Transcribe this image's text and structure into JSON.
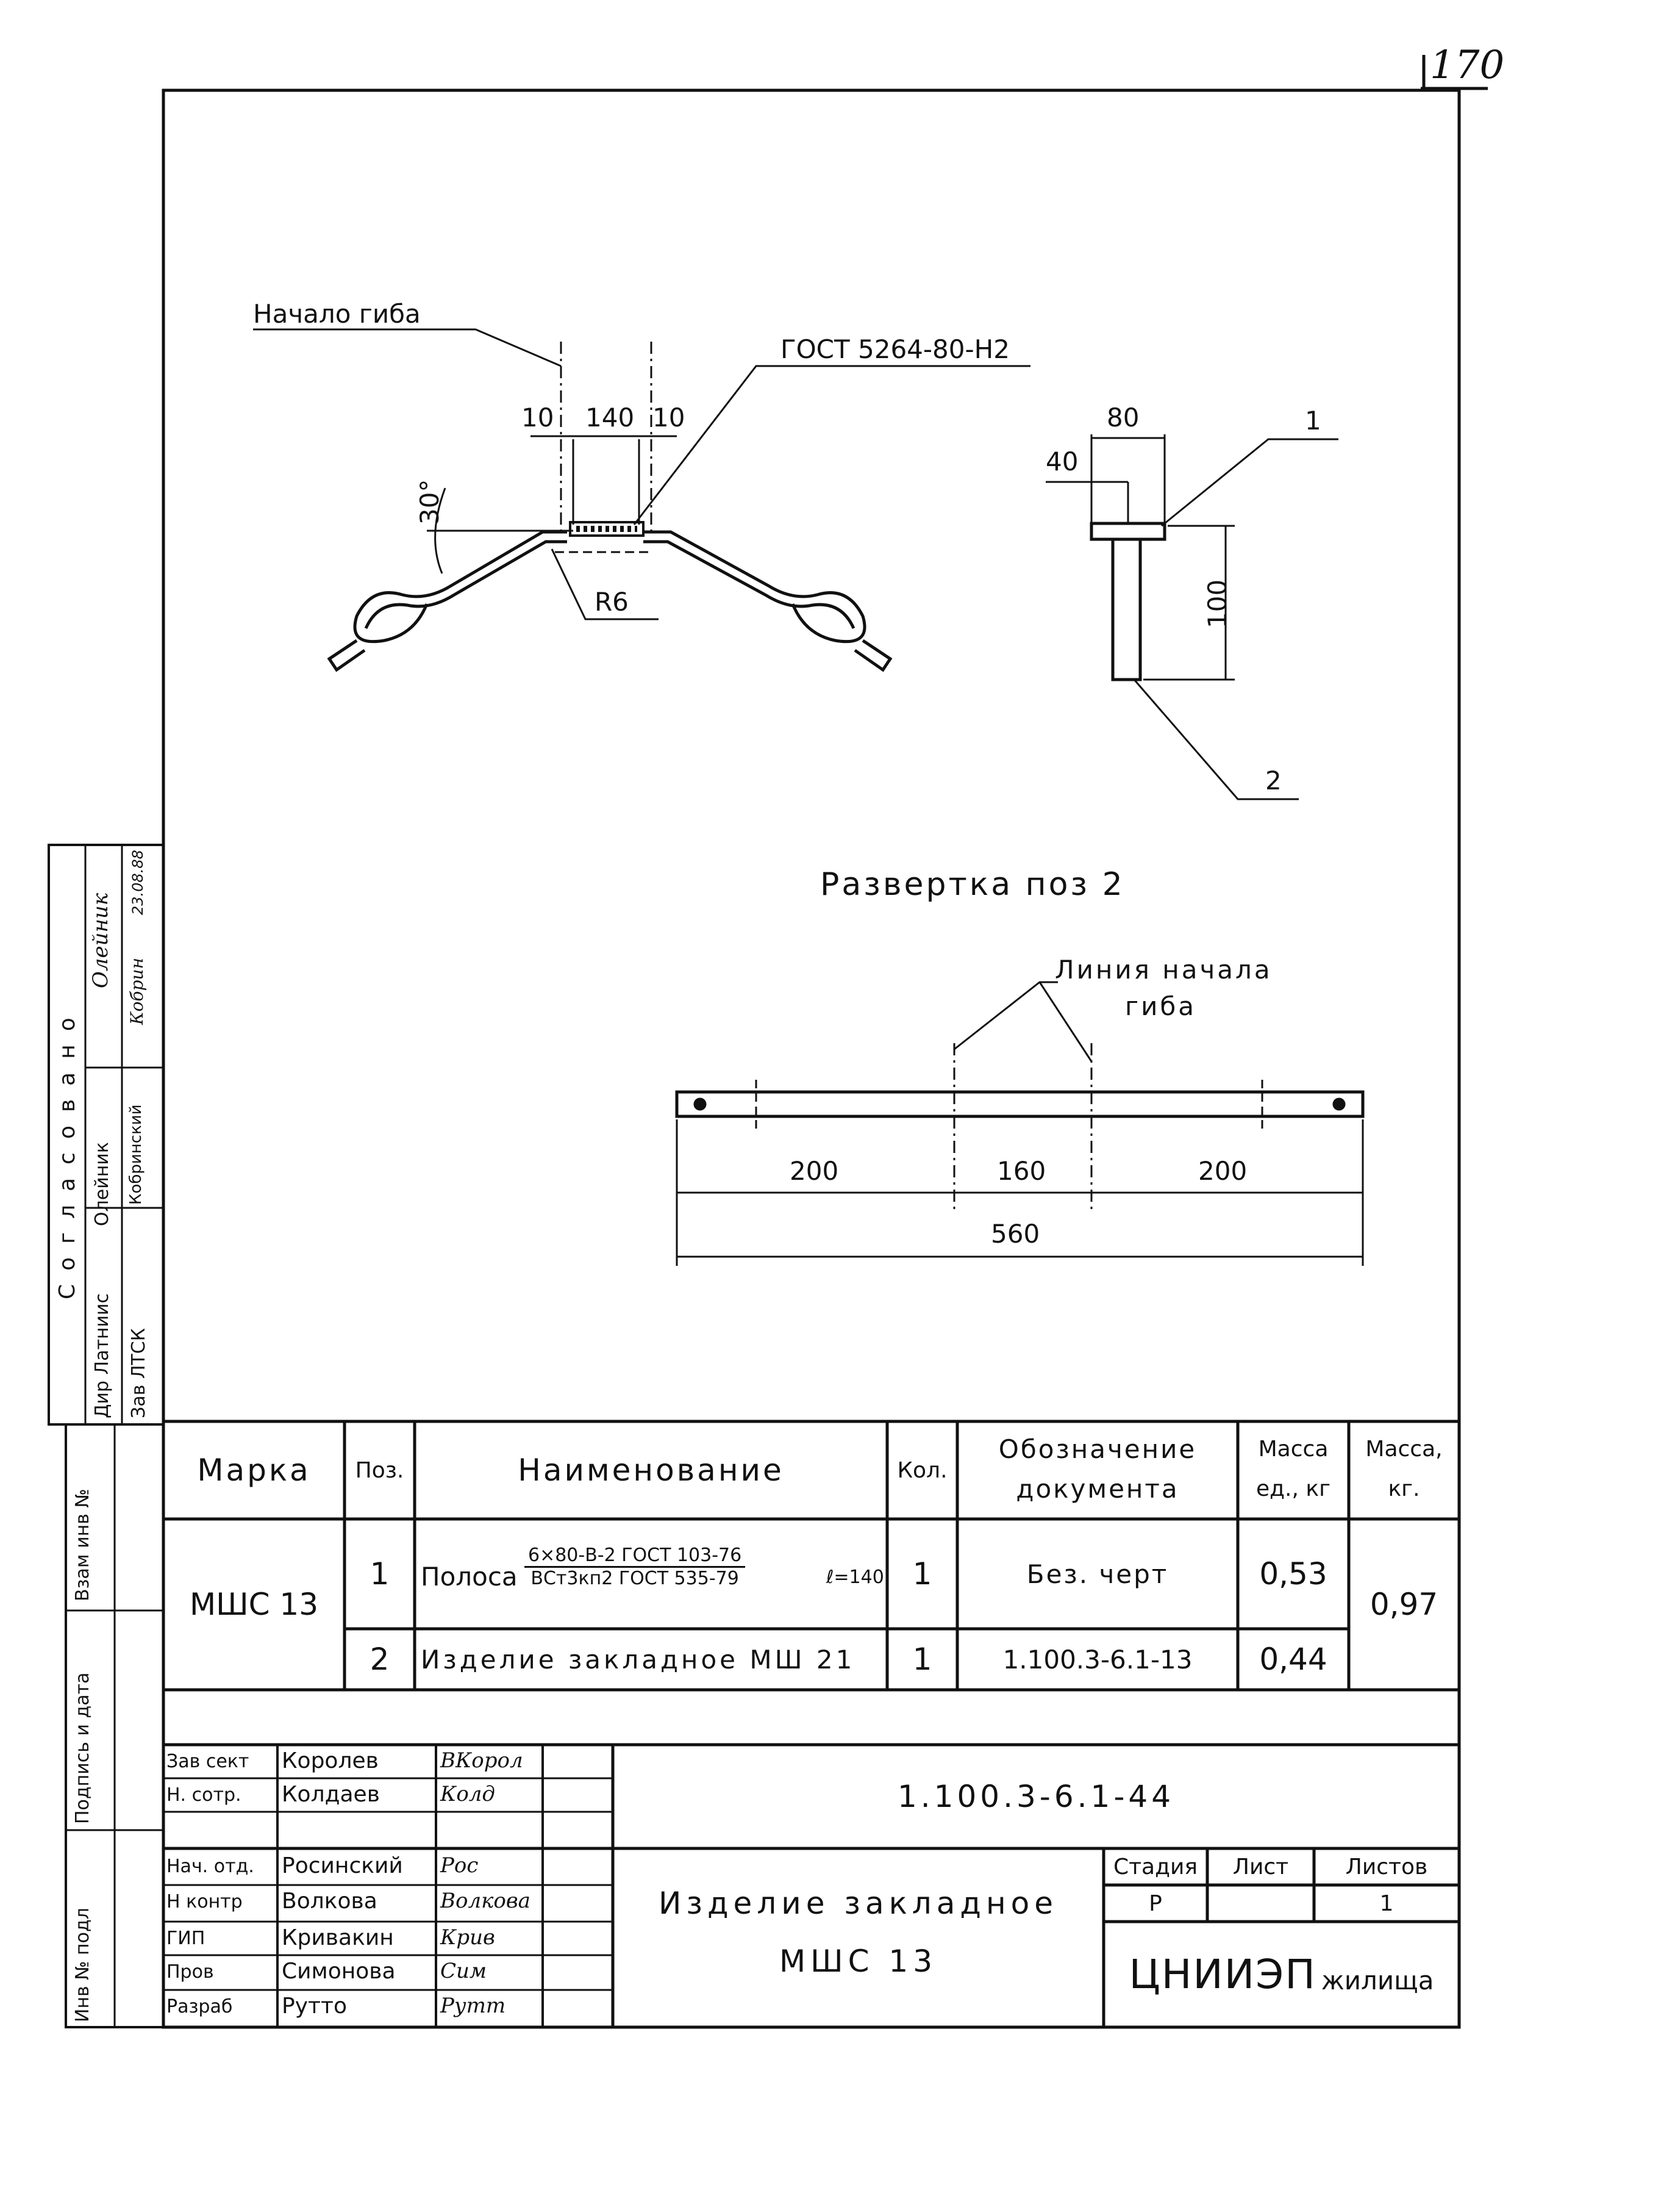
{
  "page_number": "170",
  "drawing": {
    "label_bend_start": "Начало гиба",
    "label_gost_weld": "ГОСТ 5264-80-Н2",
    "dims_top": [
      "10",
      "140",
      "10"
    ],
    "angle_label": "30°",
    "radius_label": "R6",
    "side_dims": {
      "width": "80",
      "offset": "40",
      "height": "100"
    },
    "callout_1": "1",
    "callout_2": "2",
    "unfold_title": "Развертка поз 2",
    "unfold_line_label_1": "Линия начала",
    "unfold_line_label_2": "гиба",
    "unfold_dims": [
      "200",
      "160",
      "200"
    ],
    "unfold_total": "560"
  },
  "left_margin": {
    "agreed_title": "Согласовано",
    "rows": [
      {
        "role": "Дир Латниис",
        "name": "Олейник",
        "signature": "Олейник",
        "date": ""
      },
      {
        "role": "Зав ЛТСК",
        "name": "Кобринский",
        "signature": "Кобрин",
        "date": "23.08.88"
      }
    ],
    "stamp_labels": [
      "Взам инв №",
      "Подпись и дата",
      "Инв № подл"
    ]
  },
  "spec_table": {
    "headers": {
      "mark": "Марка",
      "pos": "Поз.",
      "name": "Наименование",
      "qty": "Кол.",
      "doc_line1": "Обозначение",
      "doc_line2": "документа",
      "mass_unit_line1": "Масса",
      "mass_unit_line2": "ед., кг",
      "mass_line1": "Масса,",
      "mass_line2": "кг."
    },
    "mark_value": "МШС 13",
    "total_mass": "0,97",
    "rows": [
      {
        "pos": "1",
        "name_prefix": "Полоса",
        "name_num": "6×80-В-2 ГОСТ 103-76",
        "name_den": "ВСт3кп2 ГОСТ 535-79",
        "name_suffix": "ℓ=140",
        "qty": "1",
        "doc": "Без. черт",
        "mass_unit": "0,53"
      },
      {
        "pos": "2",
        "name": "Изделие закладное МШ 21",
        "qty": "1",
        "doc": "1.100.3-6.1-13",
        "mass_unit": "0,44"
      }
    ]
  },
  "title_block": {
    "doc_code": "1.100.3-6.1-44",
    "title_line1": "Изделие закладное",
    "title_line2": "МШС 13",
    "stage_label": "Стадия",
    "sheet_label": "Лист",
    "sheets_label": "Листов",
    "stage_value": "Р",
    "sheet_value": "",
    "sheets_value": "1",
    "org_name_1": "ЦНИИЭП",
    "org_name_2": "жилища",
    "people": [
      {
        "role": "Зав сект",
        "name": "Королев",
        "signature": "ВКорол"
      },
      {
        "role": "Н. сотр.",
        "name": "Колдаев",
        "signature": "Колд"
      },
      {
        "role": "Нач. отд.",
        "name": "Росинский",
        "signature": "Рос"
      },
      {
        "role": "Н контр",
        "name": "Волкова",
        "signature": "Волкова"
      },
      {
        "role": "ГИП",
        "name": "Кривакин",
        "signature": "Крив"
      },
      {
        "role": "Пров",
        "name": "Симонова",
        "signature": "Сим"
      },
      {
        "role": "Разраб",
        "name": "Рутто",
        "signature": "Рутт"
      }
    ]
  }
}
